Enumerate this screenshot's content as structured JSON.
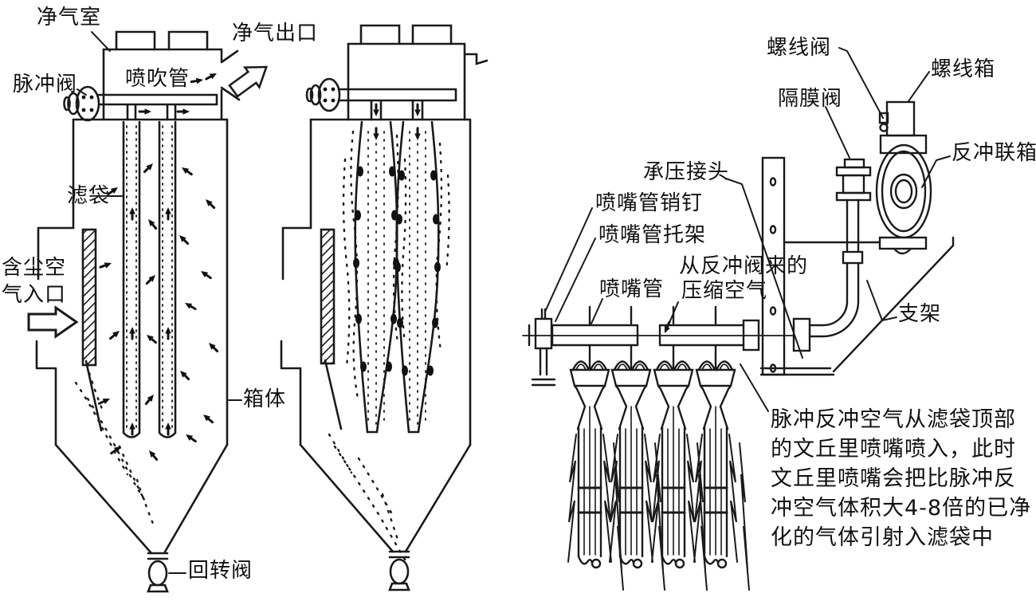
{
  "colors": {
    "background": "#ffffff",
    "line": "#1a1a1a",
    "text": "#111111"
  },
  "left_diagram": {
    "description_labels": {
      "clean_air_chamber": "净气室",
      "clean_air_outlet": "净气出口",
      "pulse_valve": "脉冲阀",
      "blow_pipe": "喷吹管",
      "filter_bag": "滤袋",
      "dusty_air_inlet_line1": "含尘空",
      "dusty_air_inlet_line2": "气入口",
      "casing": "箱体",
      "rotary_valve": "回转阀"
    }
  },
  "right_diagram": {
    "description_labels": {
      "solenoid_valve": "螺线阀",
      "solenoid_box": "螺线箱",
      "diaphragm_valve": "隔膜阀",
      "backflush_header": "反冲联箱",
      "pressure_joint": "承压接头",
      "nozzle_pipe_pin": "喷嘴管销钉",
      "nozzle_pipe_bracket": "喷嘴管托架",
      "nozzle_pipe": "喷嘴管",
      "compressed_air_line1": "从反冲阀来的",
      "compressed_air_line2": "压缩空气",
      "support": "支架"
    },
    "note_lines": [
      "脉冲反冲空气从滤袋顶部",
      "的文丘里喷嘴喷入，此时",
      "文丘里喷嘴会把比脉冲反",
      "冲空气体积大4-8倍的已净",
      "化的气体引射入滤袋中"
    ]
  }
}
